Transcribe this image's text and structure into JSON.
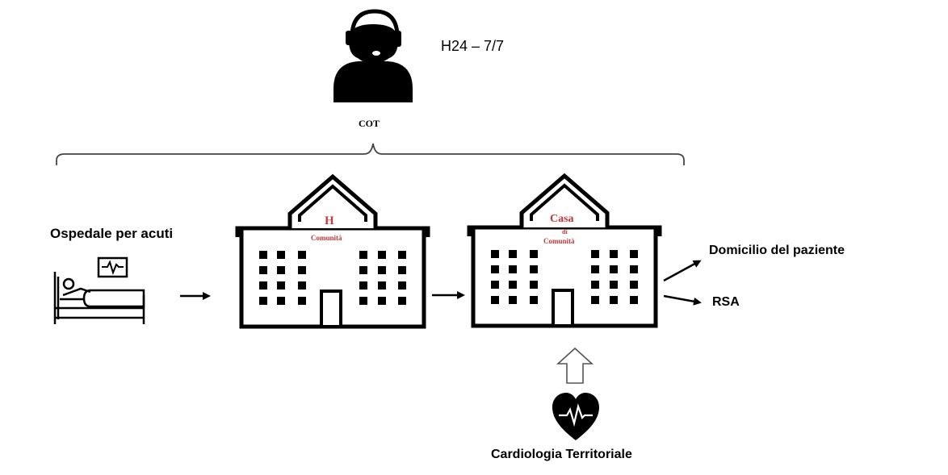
{
  "cot": {
    "label": "COT",
    "schedule": "H24 – 7/7"
  },
  "hospital": {
    "label": "Ospedale per acuti"
  },
  "community_hospital": {
    "letter": "H",
    "name": "Comunità"
  },
  "community_house": {
    "line1": "Casa",
    "line2": "di",
    "line3": "Comunità"
  },
  "outcomes": {
    "home": "Domicilio del paziente",
    "rsa": "RSA"
  },
  "cardiology": {
    "label": "Cardiologia Territoriale"
  },
  "colors": {
    "accent_red": "#c0393b",
    "ink": "#000000"
  },
  "icons": [
    "headset-operator-icon",
    "hospital-bed-icon",
    "monitor-icon",
    "building-icon",
    "heart-pulse-icon"
  ]
}
